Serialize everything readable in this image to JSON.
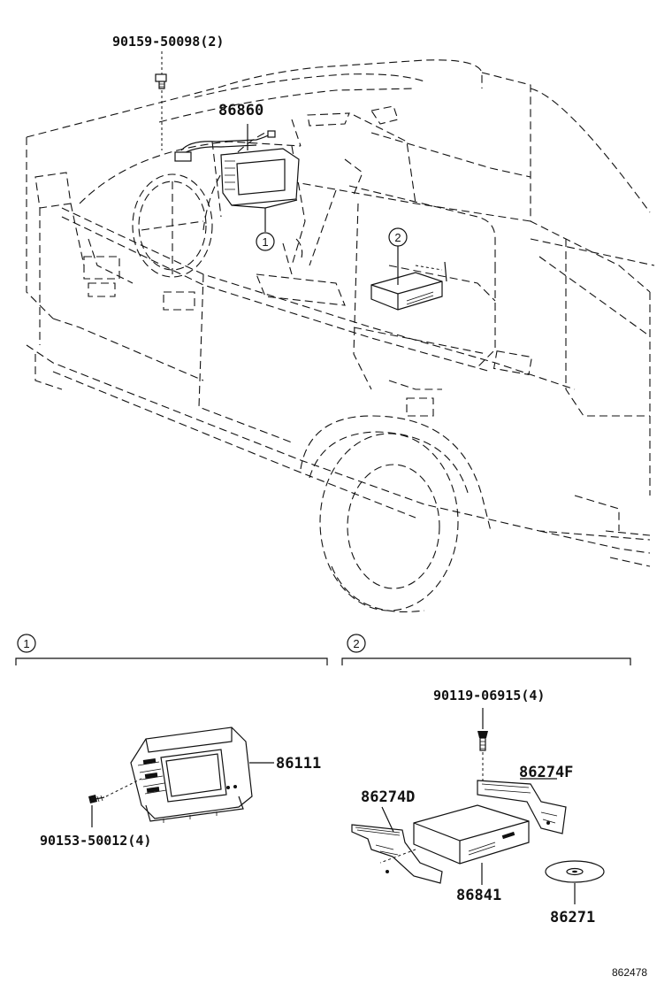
{
  "labels": {
    "bolt_roof": "90159-50098(2)",
    "display_assembly": "86860",
    "ref_1": "1",
    "ref_2": "2",
    "display_unit": "86111",
    "display_screw": "90153-50012(4)",
    "changer_bolt": "90119-06915(4)",
    "bracket_right": "86274F",
    "bracket_left": "86274D",
    "dvd_player": "86841",
    "disc": "86271",
    "diagram_number": "862478"
  }
}
